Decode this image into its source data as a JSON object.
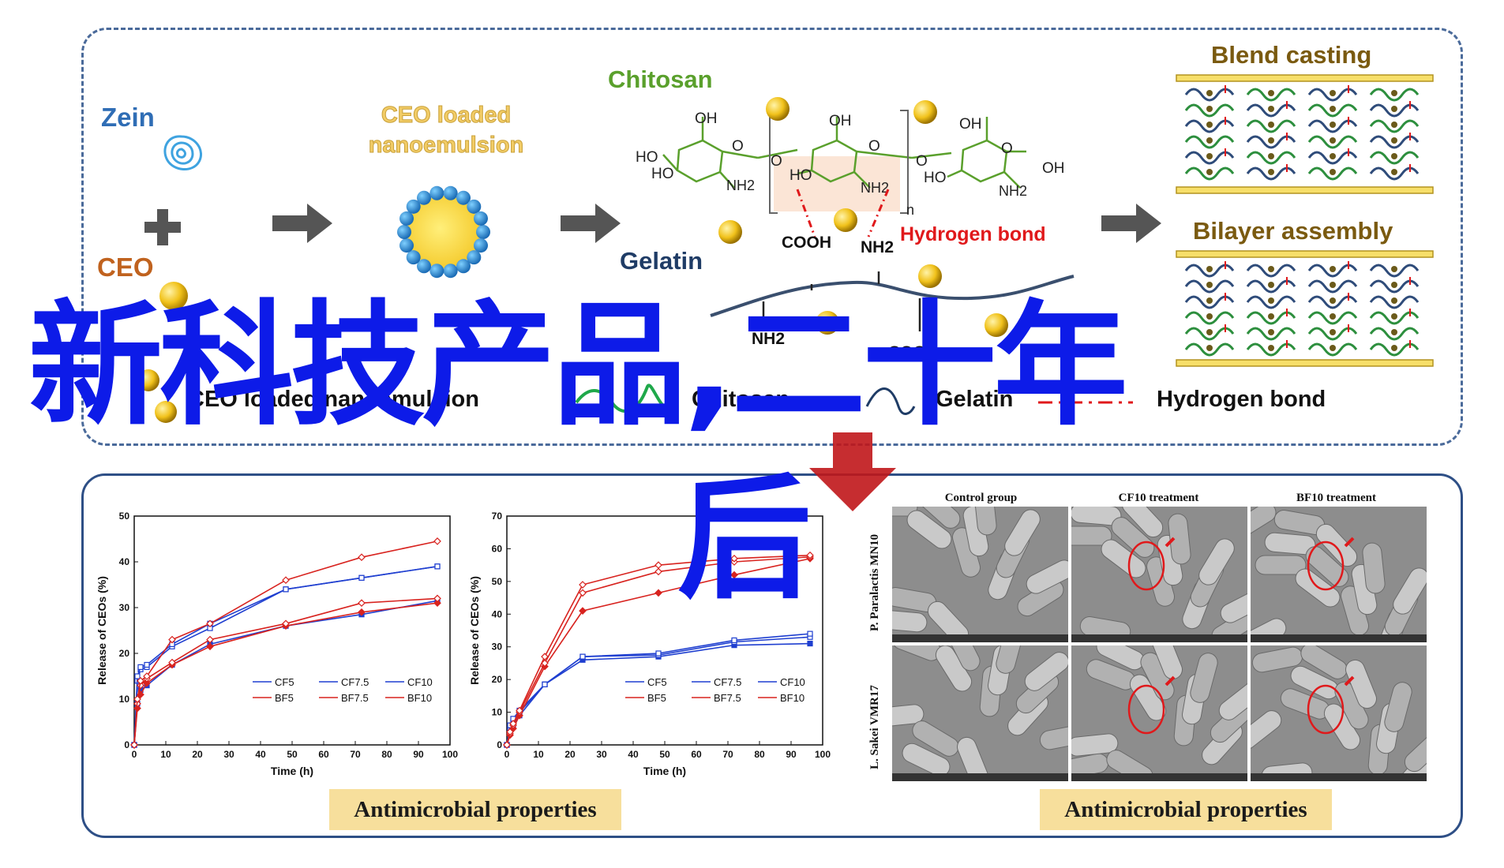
{
  "top": {
    "zein_label": "Zein",
    "ceo_label": "CEO",
    "ceo_nano_title_l1": "CEO loaded",
    "ceo_nano_title_l2": "nanoemulsion",
    "chitosan_label": "Chitosan",
    "gelatin_label": "Gelatin",
    "hydrogen_bond_label": "Hydrogen bond",
    "chem": {
      "oh": "OH",
      "ho": "HO",
      "o": "O",
      "nh2": "NH2",
      "n": "n",
      "cooh": "COOH"
    },
    "blend_casting_label": "Blend casting",
    "bilayer_label": "Bilayer assembly",
    "legend_ceo": "CEO loaded nanoemulsion",
    "legend_chitosan": "Chitosan",
    "legend_gelatin": "Gelatin",
    "legend_hbond": "Hydrogen bond"
  },
  "colors": {
    "zein": "#2f6db5",
    "ceo": "#c0621e",
    "chitosan": "#5aa02c",
    "gelatin": "#1f3c66",
    "hbond": "#e0191b",
    "title_gold": "#7a5a10",
    "watermark": "#0d1be8",
    "cf_series": "#1f3fd0",
    "bf_series": "#d8231f"
  },
  "watermark": {
    "line1": "新科技产品,二十年",
    "line2": "后"
  },
  "bottom": {
    "prop_left": "Antimicrobial properties",
    "prop_right": "Antimicrobial properties",
    "sem": {
      "columns": [
        "Control group",
        "CF10 treatment",
        "BF10 treatment"
      ],
      "rows": [
        "P. Paralactis MN10",
        "L. Sakei VMR17"
      ]
    }
  },
  "chart_data": [
    {
      "type": "line",
      "xlabel": "Time (h)",
      "ylabel": "Release of CEOs (%)",
      "xlim": [
        0,
        100
      ],
      "ylim": [
        0,
        50
      ],
      "xticks": [
        0,
        10,
        20,
        30,
        40,
        50,
        60,
        70,
        80,
        90,
        100
      ],
      "yticks": [
        0,
        10,
        20,
        30,
        40,
        50
      ],
      "x": [
        0,
        1,
        2,
        4,
        12,
        24,
        48,
        72,
        96
      ],
      "legend": "bottom-right",
      "series": [
        {
          "name": "CF5",
          "color": "#1f3fd0",
          "values": [
            0,
            9,
            12,
            13,
            17.5,
            22,
            26,
            28.5,
            31.5
          ]
        },
        {
          "name": "CF7.5",
          "color": "#1f3fd0",
          "values": [
            0,
            14,
            16.5,
            17,
            21.5,
            25.5,
            34,
            36.5,
            39
          ]
        },
        {
          "name": "CF10",
          "color": "#1f3fd0",
          "values": [
            0,
            15,
            17,
            17.5,
            22,
            26.5,
            34,
            36.5,
            39
          ]
        },
        {
          "name": "BF5",
          "color": "#d8231f",
          "values": [
            0,
            8,
            11,
            13.5,
            17.5,
            21.5,
            26,
            29,
            31
          ]
        },
        {
          "name": "BF7.5",
          "color": "#d8231f",
          "values": [
            0,
            9,
            13,
            14.5,
            18,
            23,
            26.5,
            31,
            32
          ]
        },
        {
          "name": "BF10",
          "color": "#d8231f",
          "values": [
            0,
            10,
            14,
            15,
            23,
            26.5,
            36,
            41,
            44.5
          ]
        }
      ]
    },
    {
      "type": "line",
      "xlabel": "Time (h)",
      "ylabel": "Release of CEOs (%)",
      "xlim": [
        0,
        100
      ],
      "ylim": [
        0,
        70
      ],
      "xticks": [
        0,
        10,
        20,
        30,
        40,
        50,
        60,
        70,
        80,
        90,
        100
      ],
      "yticks": [
        0,
        10,
        20,
        30,
        40,
        50,
        60,
        70
      ],
      "x": [
        0,
        1,
        2,
        4,
        12,
        24,
        48,
        72,
        96
      ],
      "legend": "bottom-right",
      "series": [
        {
          "name": "CF5",
          "color": "#1f3fd0",
          "values": [
            0,
            4,
            6,
            9,
            18.5,
            26,
            27,
            30.5,
            31
          ]
        },
        {
          "name": "CF7.5",
          "color": "#1f3fd0",
          "values": [
            0,
            5,
            7,
            10,
            18.5,
            27,
            27.5,
            31.5,
            33
          ]
        },
        {
          "name": "CF10",
          "color": "#1f3fd0",
          "values": [
            0,
            6,
            8,
            10.5,
            18.5,
            27,
            28,
            32,
            34
          ]
        },
        {
          "name": "BF5",
          "color": "#d8231f",
          "values": [
            0,
            3,
            5,
            9,
            24,
            41,
            46.5,
            52,
            57
          ]
        },
        {
          "name": "BF7.5",
          "color": "#d8231f",
          "values": [
            0,
            3.5,
            6,
            10,
            25,
            46.5,
            53,
            56,
            57.5
          ]
        },
        {
          "name": "BF10",
          "color": "#d8231f",
          "values": [
            0,
            4,
            6.5,
            10.5,
            27,
            49,
            55,
            57,
            58
          ]
        }
      ]
    }
  ]
}
